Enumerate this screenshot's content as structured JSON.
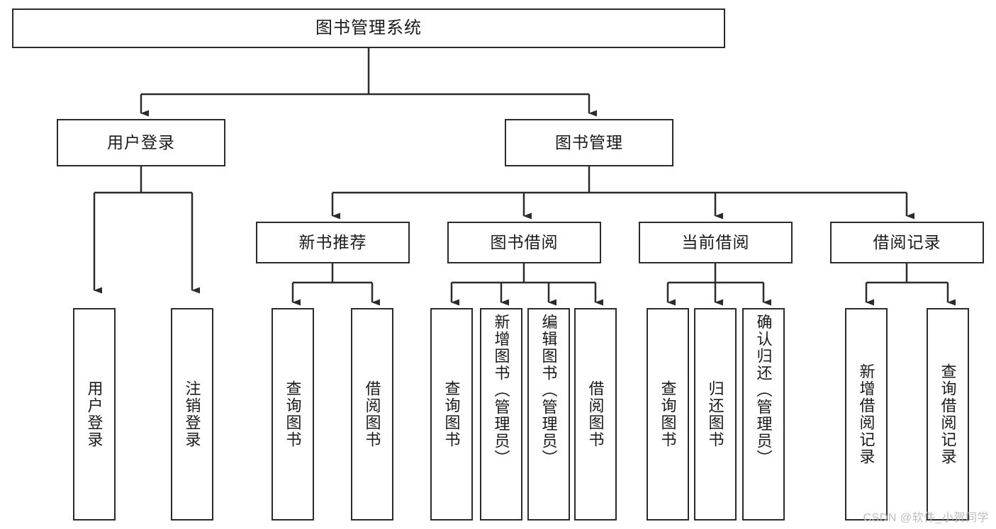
{
  "diagram": {
    "type": "tree-hierarchy",
    "title": "图书管理系统",
    "root": {
      "label": "图书管理系统"
    },
    "level2": [
      {
        "label": "用户登录"
      },
      {
        "label": "图书管理"
      }
    ],
    "level3": [
      {
        "label": "新书推荐"
      },
      {
        "label": "图书借阅"
      },
      {
        "label": "当前借阅"
      },
      {
        "label": "借阅记录"
      }
    ],
    "leaves": {
      "user_login": [
        {
          "label": "用户登录"
        },
        {
          "label": "注销登录"
        }
      ],
      "new_book_recommend": [
        {
          "label": "查询图书"
        },
        {
          "label": "借阅图书"
        }
      ],
      "book_borrow": [
        {
          "label": "查询图书"
        },
        {
          "label": "新增图书（管理员）"
        },
        {
          "label": "编辑图书（管理员）"
        },
        {
          "label": "借阅图书"
        }
      ],
      "current_borrow": [
        {
          "label": "查询图书"
        },
        {
          "label": "归还图书"
        },
        {
          "label": "确认归还（管理员）"
        }
      ],
      "borrow_record": [
        {
          "label": "新增借阅记录"
        },
        {
          "label": "查询借阅记录"
        }
      ]
    }
  },
  "watermark": {
    "text": "CSDN @软件_小贺同学"
  },
  "colors": {
    "stroke": "#2b2b2b",
    "fill": "#ffffff",
    "text": "#1a1a1a",
    "watermark": "#bdbdbd"
  }
}
